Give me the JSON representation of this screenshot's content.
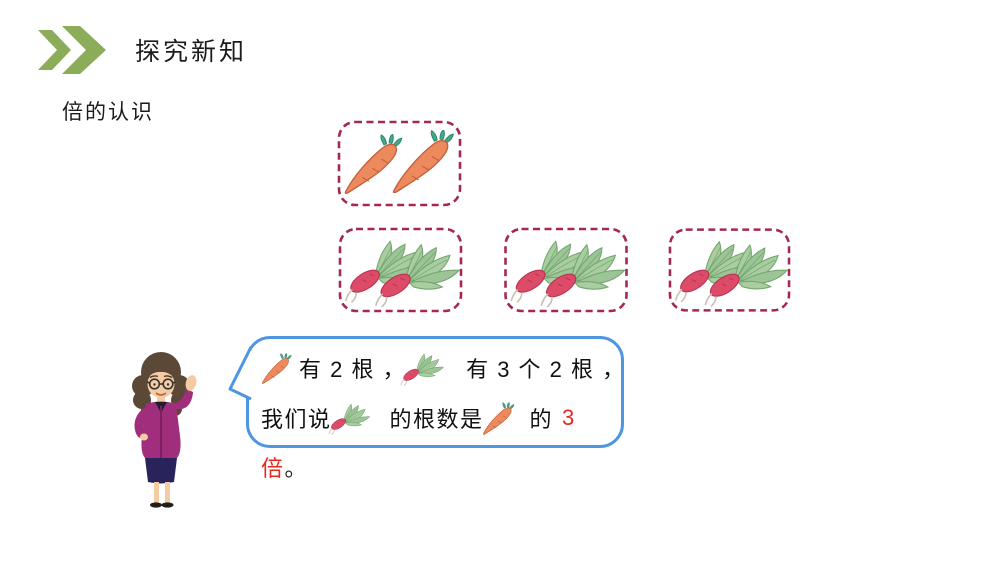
{
  "header": {
    "title": "探究新知"
  },
  "lesson": {
    "subtitle": "倍的认识"
  },
  "boxes": {
    "carrot_box": {
      "item": "carrot",
      "count": 2
    },
    "radish_boxes_count": 3,
    "radishes_per_box": 2,
    "border_color": "#A32952"
  },
  "speech_bubble": {
    "line1": {
      "after_carrot": "有 2 根 ，",
      "after_radish": "有 3 个 2 根 ，"
    },
    "line2": {
      "prefix": "我们说",
      "after_radish": "的根数是",
      "after_carrot": "的",
      "multiplier": "3"
    },
    "line3": {
      "highlight": "倍",
      "punctuation": "。"
    },
    "border_color": "#4E96E0",
    "highlight_color": "#E8291C"
  },
  "colors": {
    "chevron_green": "#8BAC58",
    "carrot_body": "#EC8A5D",
    "radish_body": "#DC4B67",
    "leaf_green": "#A9CCA1"
  }
}
